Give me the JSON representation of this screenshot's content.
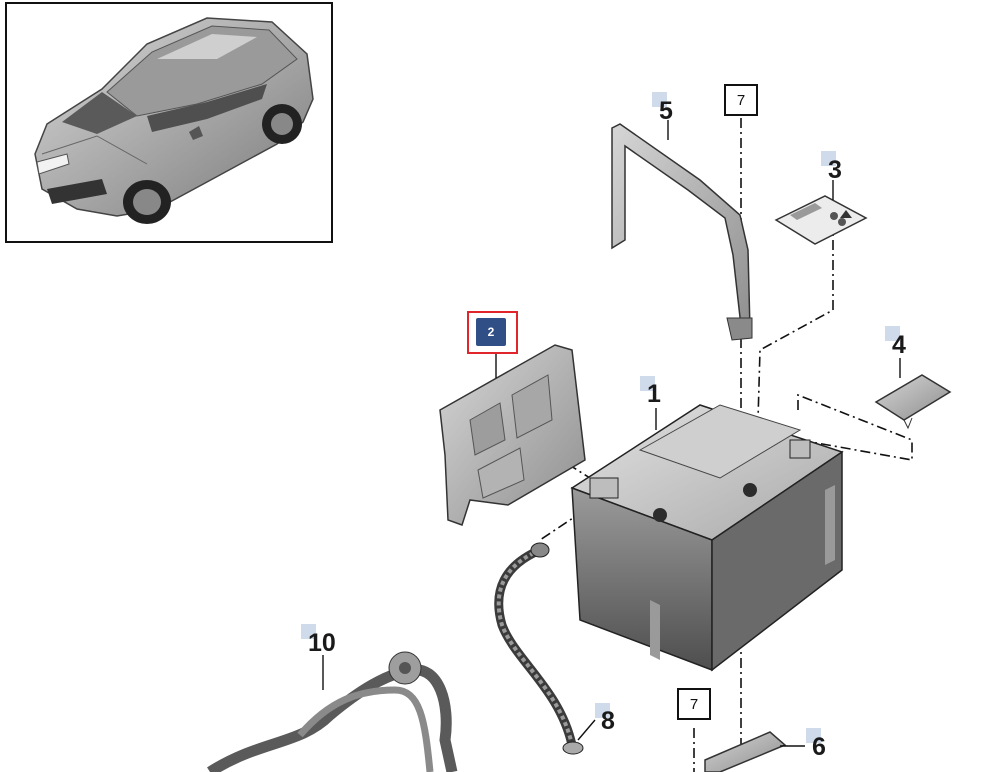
{
  "thumbnail": {
    "icon": "suv-vehicle-icon"
  },
  "selected_part": "2",
  "parts": [
    {
      "id": "p1",
      "label": "1"
    },
    {
      "id": "p2",
      "label": "2"
    },
    {
      "id": "p3",
      "label": "3"
    },
    {
      "id": "p4",
      "label": "4"
    },
    {
      "id": "p5",
      "label": "5"
    },
    {
      "id": "p6",
      "label": "6"
    },
    {
      "id": "p7a",
      "label": "7"
    },
    {
      "id": "p7b",
      "label": "7"
    },
    {
      "id": "p8",
      "label": "8"
    },
    {
      "id": "p10",
      "label": "10"
    }
  ],
  "colors": {
    "marker": "#cfdaea",
    "selected_chip": "#2f4f86",
    "selected_frame": "#e0262b",
    "part_fill": "#cfcfcf",
    "part_dark": "#6f6f6f",
    "outline": "#1a1a1a"
  }
}
